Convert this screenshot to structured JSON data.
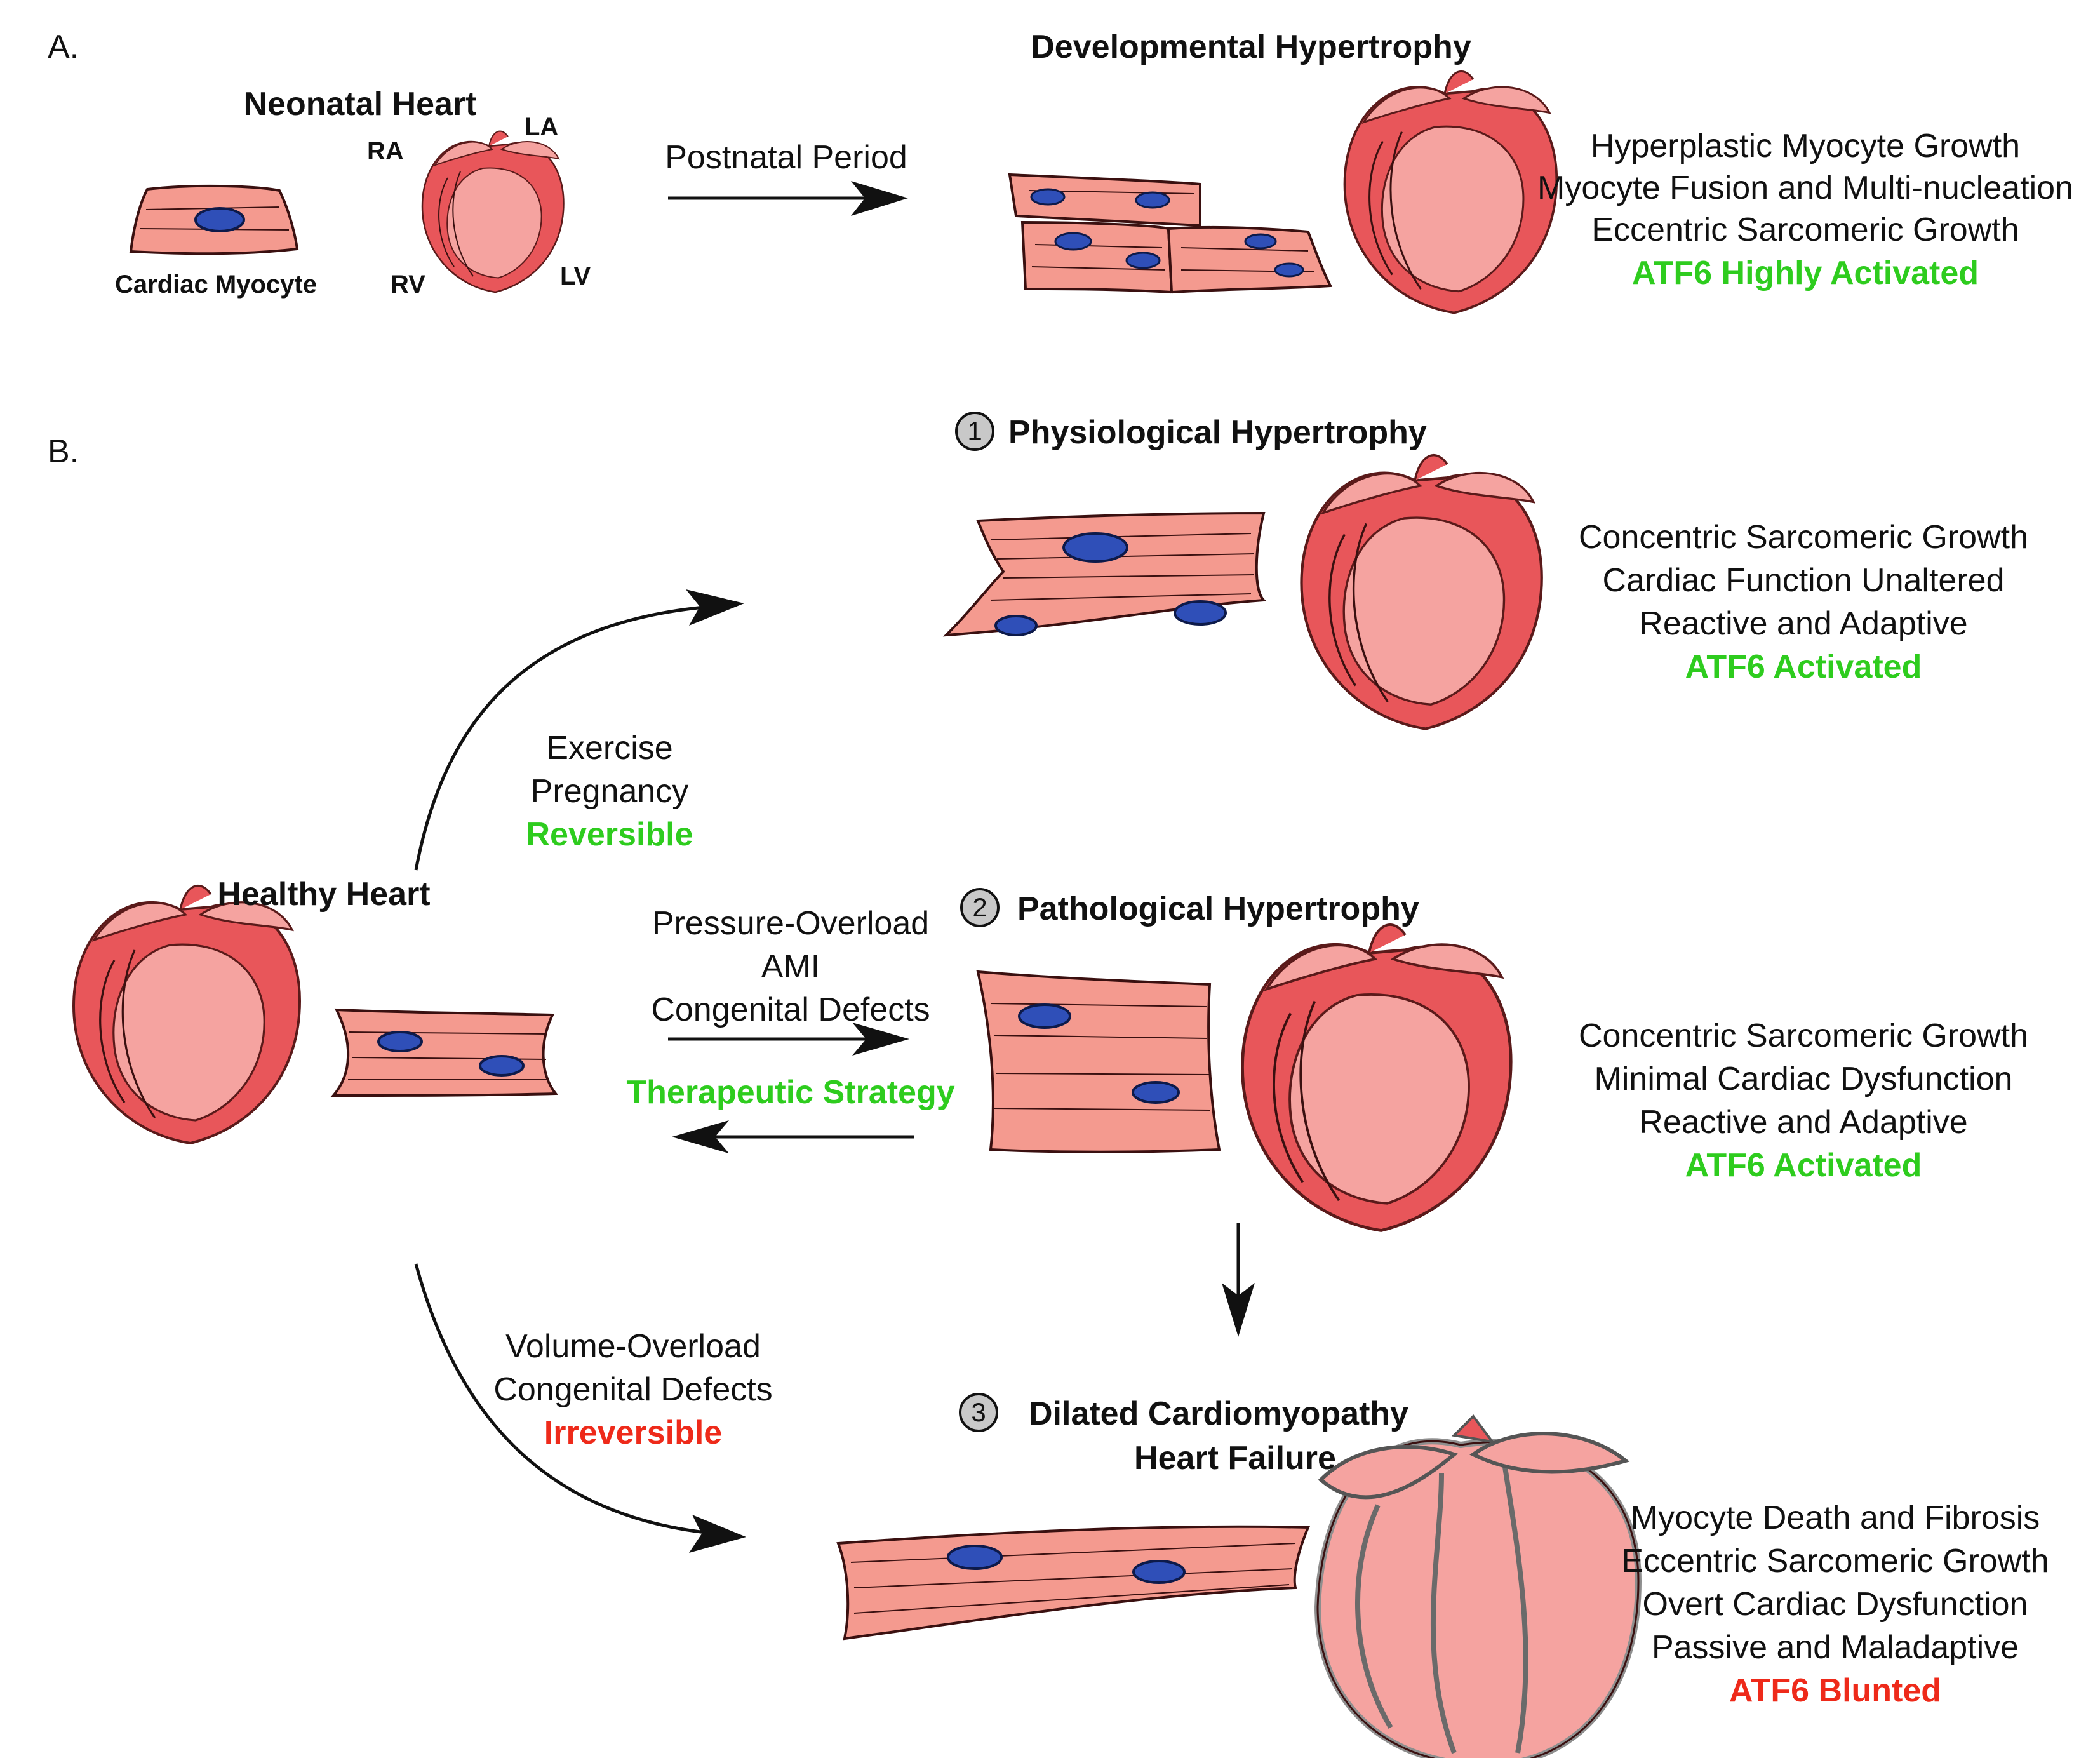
{
  "panel_a": {
    "label": "A.",
    "neonatal_title": "Neonatal Heart",
    "cardiac_myocyte": "Cardiac Myocyte",
    "chambers": {
      "ra": "RA",
      "la": "LA",
      "rv": "RV",
      "lv": "LV"
    },
    "arrow_label": "Postnatal Period",
    "dev_title": "Developmental Hypertrophy",
    "dev_features": [
      "Hyperplastic Myocyte Growth",
      "Myocyte Fusion and Multi-nucleation",
      "Eccentric Sarcomeric Growth"
    ],
    "dev_atf6": "ATF6 Highly Activated"
  },
  "panel_b": {
    "label": "B.",
    "healthy_title": "Healthy Heart",
    "physio": {
      "number": "1",
      "title": "Physiological Hypertrophy",
      "features": [
        "Concentric Sarcomeric Growth",
        "Cardiac Function Unaltered",
        "Reactive and Adaptive"
      ],
      "atf6": "ATF6 Activated",
      "causes": [
        "Exercise",
        "Pregnancy"
      ],
      "reversibility": "Reversible"
    },
    "patho": {
      "number": "2",
      "title": "Pathological Hypertrophy",
      "features": [
        "Concentric Sarcomeric Growth",
        "Minimal Cardiac Dysfunction",
        "Reactive and Adaptive"
      ],
      "atf6": "ATF6 Activated",
      "causes": [
        "Pressure-Overload",
        "AMI",
        "Congenital Defects"
      ],
      "therapy": "Therapeutic Strategy"
    },
    "dilated": {
      "number": "3",
      "title_line1": "Dilated Cardiomyopathy",
      "title_line2": "Heart Failure",
      "features": [
        "Myocyte Death and Fibrosis",
        "Eccentric Sarcomeric Growth",
        "Overt Cardiac Dysfunction",
        "Passive and Maladaptive"
      ],
      "atf6": "ATF6 Blunted",
      "causes": [
        "Volume-Overload",
        "Congenital Defects"
      ],
      "reversibility": "Irreversible"
    }
  },
  "colors": {
    "heart_red": "#e8565a",
    "heart_light": "#f5a3a0",
    "myocyte_pink": "#f49a8f",
    "nucleus_blue": "#2f4fb8",
    "positive_green": "#2ecc1e",
    "negative_red": "#ee2a1a"
  }
}
